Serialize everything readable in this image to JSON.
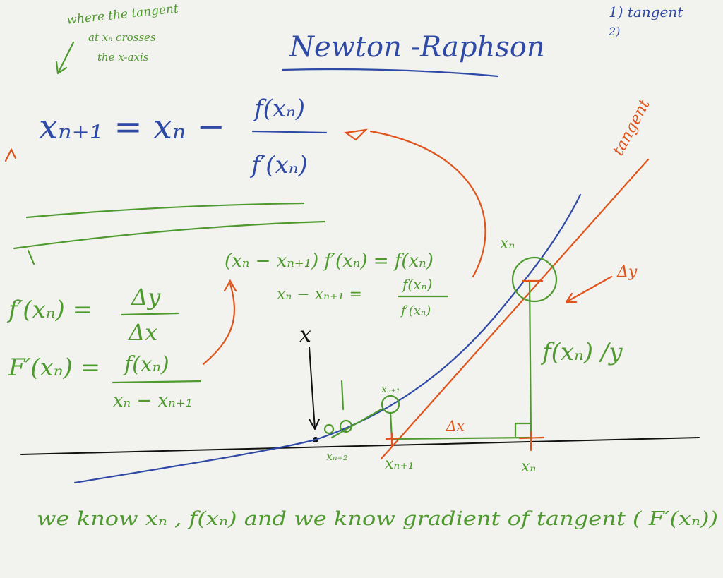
{
  "title": "Newton -Raphson",
  "top_note": {
    "lines": [
      "where the tangent",
      "at xₙ crosses",
      "the x-axis"
    ]
  },
  "top_right_list": {
    "item1": "1) tangent",
    "item2": "2)"
  },
  "main_formula": {
    "lhs": "xₙ₊₁ = xₙ −",
    "numerator": "f(xₙ)",
    "denominator": "f′(xₙ)"
  },
  "derivation": {
    "eq1_lhs": "f′(xₙ) =",
    "eq1_num": "Δy",
    "eq1_den": "Δx",
    "eq2_lhs": "F′(xₙ) =",
    "eq2_num": "f(xₙ)",
    "eq2_den": "xₙ − xₙ₊₁",
    "eq3": "(xₙ − xₙ₊₁) f′(xₙ) = f(xₙ)",
    "eq4_lhs": "xₙ − xₙ₊₁ =",
    "eq4_num": "f(xₙ)",
    "eq4_den": "f′(xₙ)"
  },
  "graph_labels": {
    "tangent": "tangent",
    "xn_top": "xₙ",
    "delta_y": "Δy",
    "fxn_y": "f(xₙ) /y",
    "delta_x": "Δx",
    "root_x": "x",
    "xn1_small": "xₙ₊₁",
    "xn2": "xₙ₊₂",
    "xn1_axis": "xₙ₊₁",
    "xn_axis": "xₙ"
  },
  "bottom_note": "we know xₙ , f(xₙ) and we know gradient of tangent ( F′(xₙ))",
  "colors": {
    "background": "#f2f2ee",
    "blue_ink": "#2f4aa6",
    "green_ink": "#4f9a2f",
    "orange_ink": "#e0541b",
    "black_ink": "#111111"
  }
}
